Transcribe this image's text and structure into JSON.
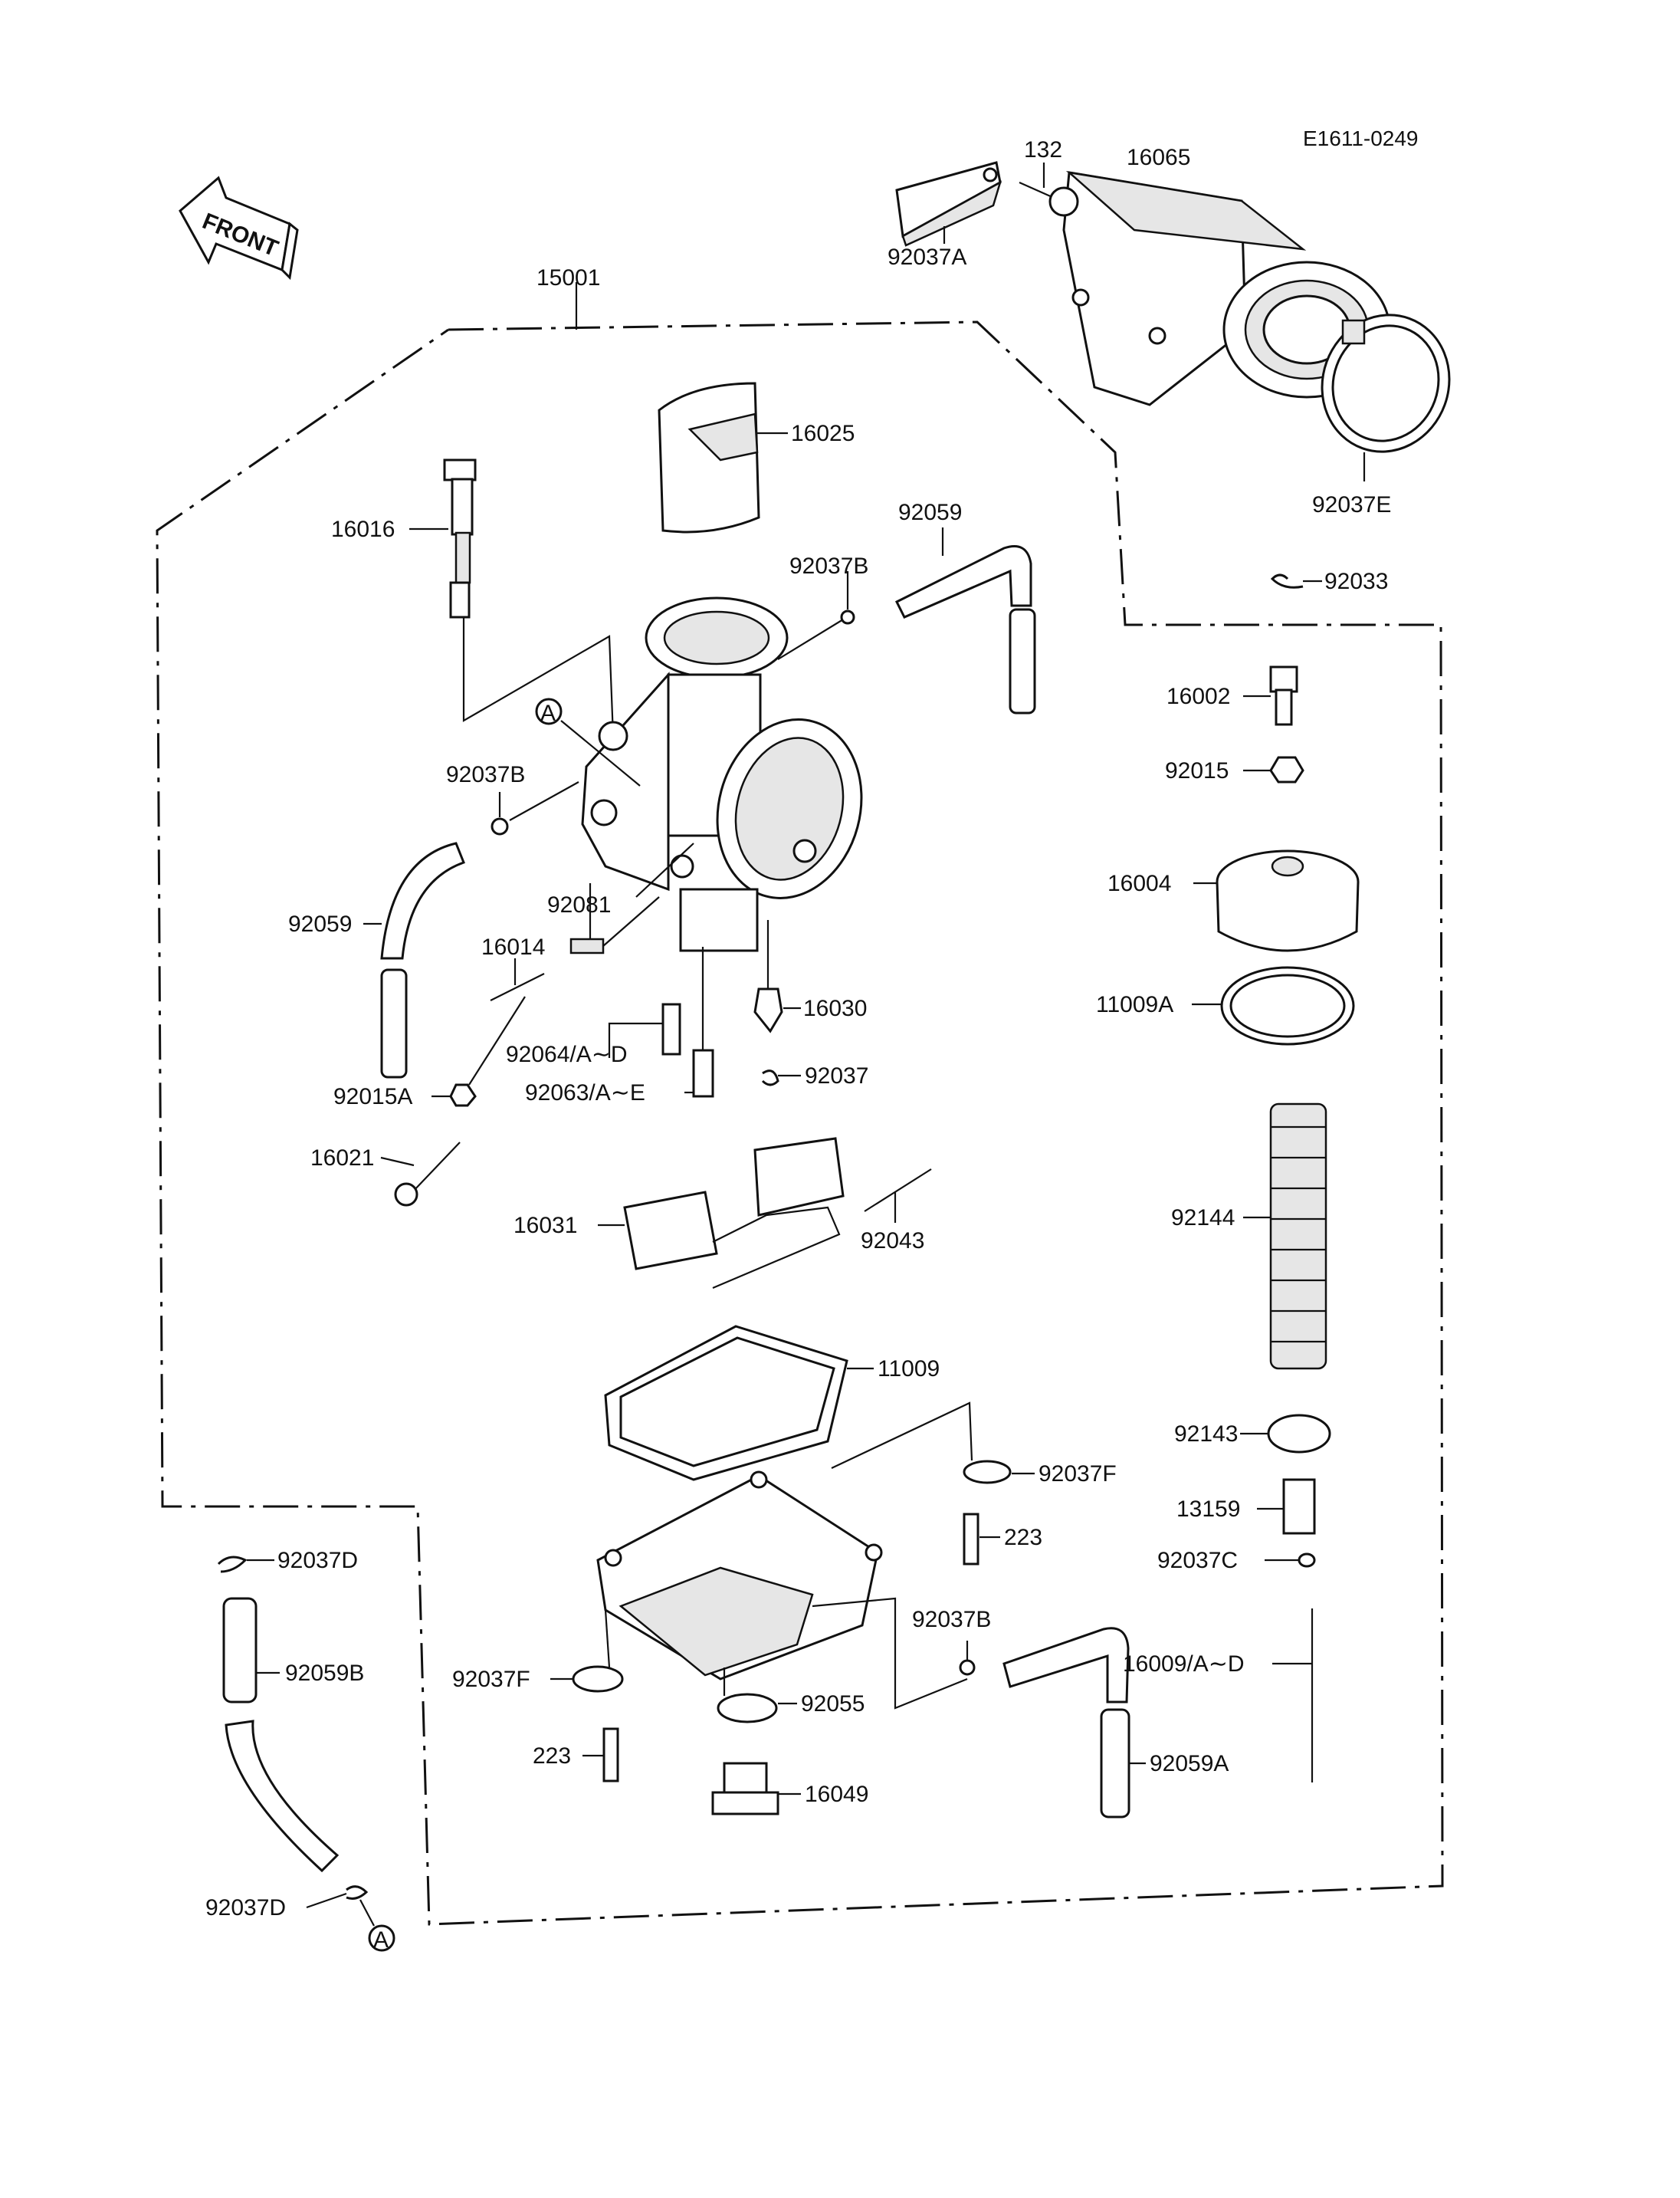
{
  "diagram_code": "E1611-0249",
  "front_sign": "FRONT",
  "callouts": [
    {
      "id": "c15001",
      "text": "15001"
    },
    {
      "id": "c132",
      "text": "132"
    },
    {
      "id": "c16065",
      "text": "16065"
    },
    {
      "id": "c92037A",
      "text": "92037A"
    },
    {
      "id": "c16025",
      "text": "16025"
    },
    {
      "id": "c92037E",
      "text": "92037E"
    },
    {
      "id": "c16016",
      "text": "16016"
    },
    {
      "id": "c92059t",
      "text": "92059"
    },
    {
      "id": "c92037Bt",
      "text": "92037B"
    },
    {
      "id": "c92033",
      "text": "92033"
    },
    {
      "id": "c16002",
      "text": "16002"
    },
    {
      "id": "c92037Bl",
      "text": "92037B"
    },
    {
      "id": "c92015",
      "text": "92015"
    },
    {
      "id": "c92059l",
      "text": "92059"
    },
    {
      "id": "c92081",
      "text": "92081"
    },
    {
      "id": "c16004",
      "text": "16004"
    },
    {
      "id": "c16014",
      "text": "16014"
    },
    {
      "id": "c16030",
      "text": "16030"
    },
    {
      "id": "c11009A",
      "text": "11009A"
    },
    {
      "id": "c92064",
      "text": "92064/A∼D"
    },
    {
      "id": "c92063",
      "text": "92063/A∼E"
    },
    {
      "id": "c92037",
      "text": "92037"
    },
    {
      "id": "c92015A",
      "text": "92015A"
    },
    {
      "id": "c16021",
      "text": "16021"
    },
    {
      "id": "c92144",
      "text": "92144"
    },
    {
      "id": "c16031",
      "text": "16031"
    },
    {
      "id": "c92043",
      "text": "92043"
    },
    {
      "id": "c11009",
      "text": "11009"
    },
    {
      "id": "c92143",
      "text": "92143"
    },
    {
      "id": "c92037F",
      "text": "92037F"
    },
    {
      "id": "c13159",
      "text": "13159"
    },
    {
      "id": "c223r",
      "text": "223"
    },
    {
      "id": "c92037D",
      "text": "92037D"
    },
    {
      "id": "c92037C",
      "text": "92037C"
    },
    {
      "id": "c92037Bb",
      "text": "92037B"
    },
    {
      "id": "c92059B",
      "text": "92059B"
    },
    {
      "id": "c16009",
      "text": "16009/A∼D"
    },
    {
      "id": "c92037Fl",
      "text": "92037F"
    },
    {
      "id": "c92055",
      "text": "92055"
    },
    {
      "id": "c223l",
      "text": "223"
    },
    {
      "id": "c92059A",
      "text": "92059A"
    },
    {
      "id": "c16049",
      "text": "16049"
    },
    {
      "id": "c92037Db",
      "text": "92037D"
    }
  ],
  "reference_marks": [
    {
      "id": "refTop",
      "text": "A"
    },
    {
      "id": "refBottom",
      "text": "A"
    }
  ]
}
